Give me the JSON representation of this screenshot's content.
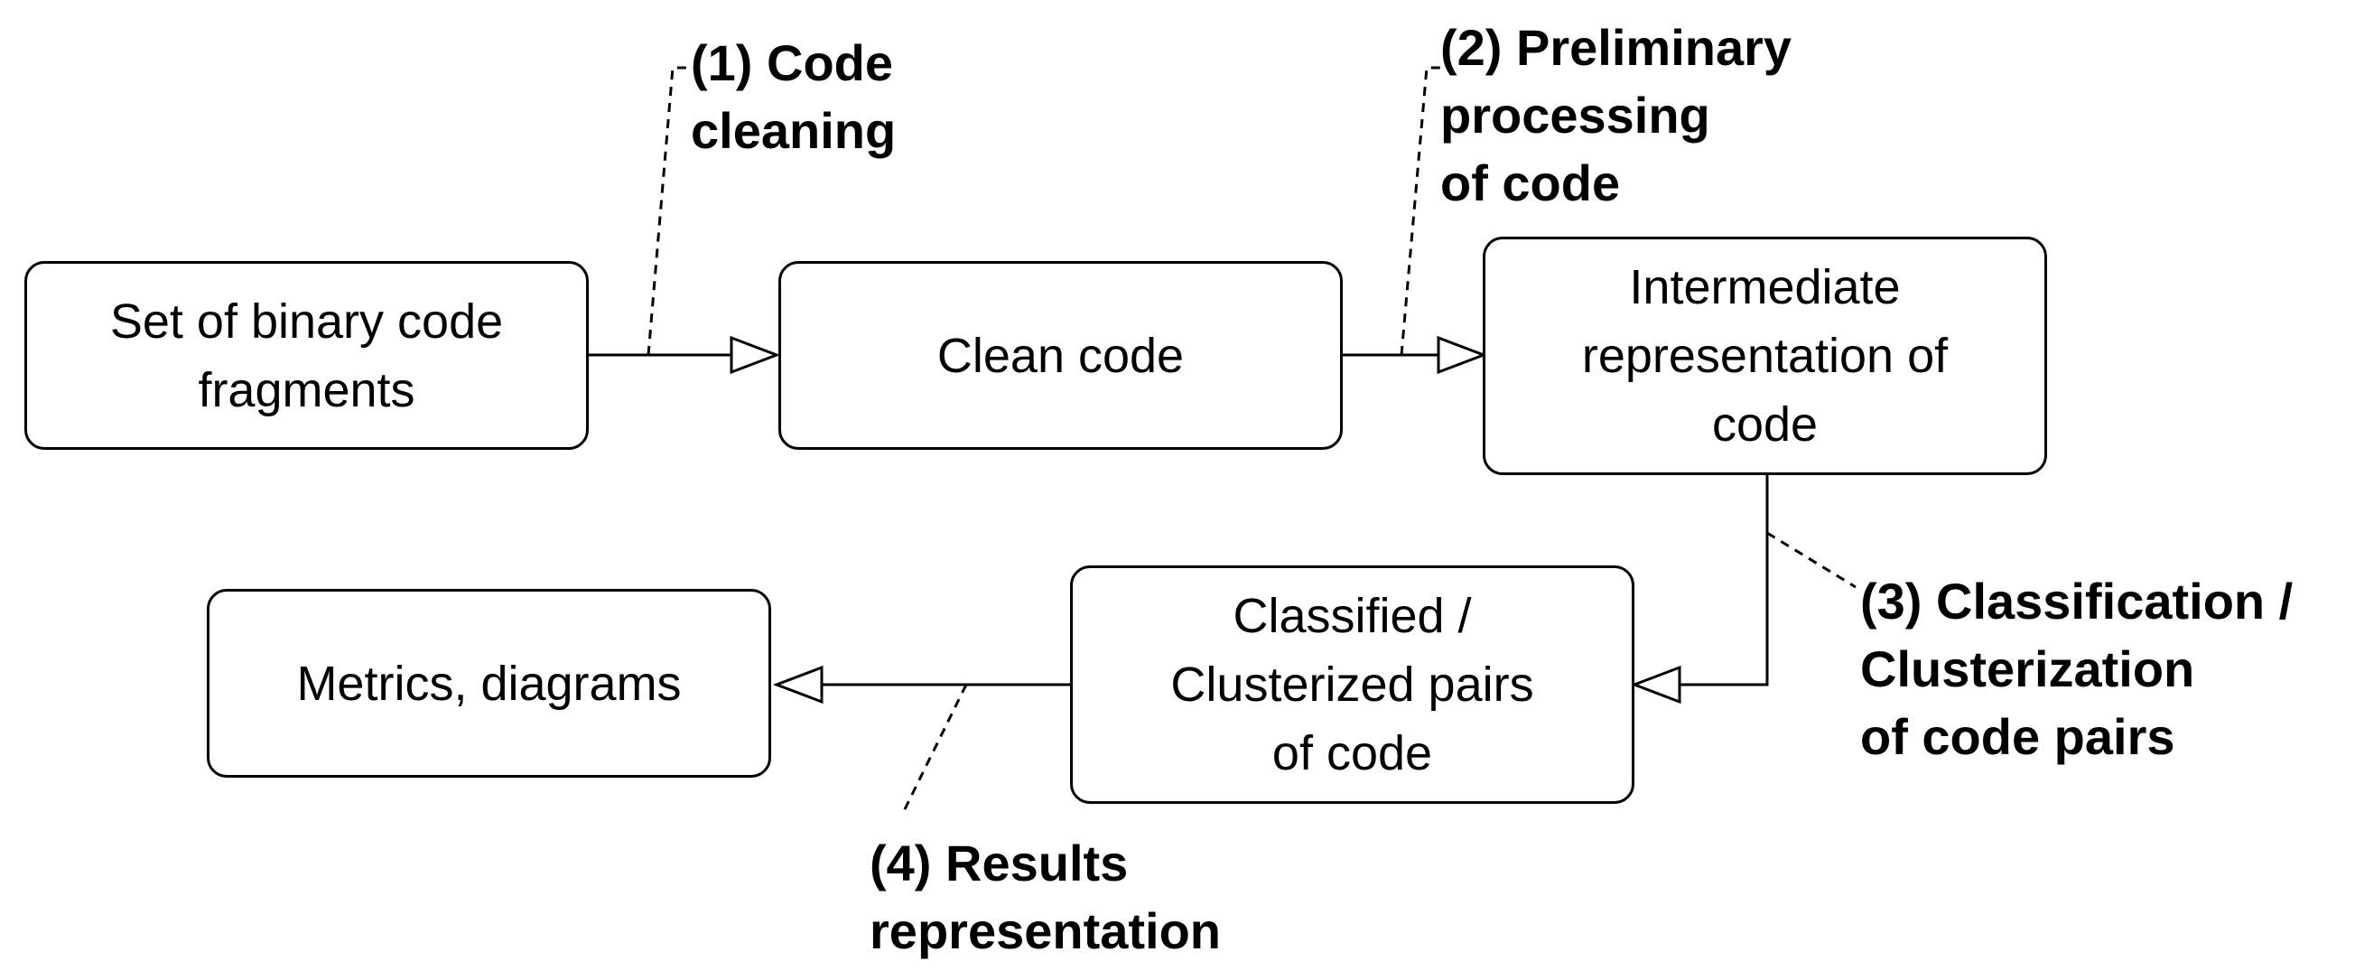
{
  "nodes": {
    "set_of_binary": [
      "Set of binary code",
      "fragments"
    ],
    "clean_code": [
      "Clean code"
    ],
    "intermediate": [
      "Intermediate",
      "representation of",
      "code"
    ],
    "classified": [
      "Classified /",
      "Clusterized pairs",
      "of code"
    ],
    "metrics": [
      "Metrics, diagrams"
    ]
  },
  "steps": {
    "step1": [
      "(1) Code",
      "cleaning"
    ],
    "step2": [
      "(2) Preliminary",
      "processing",
      "of code"
    ],
    "step3": [
      "(3) Classification /",
      "Clusterization",
      "of code pairs"
    ],
    "step4": [
      "(4) Results",
      "representation"
    ]
  }
}
